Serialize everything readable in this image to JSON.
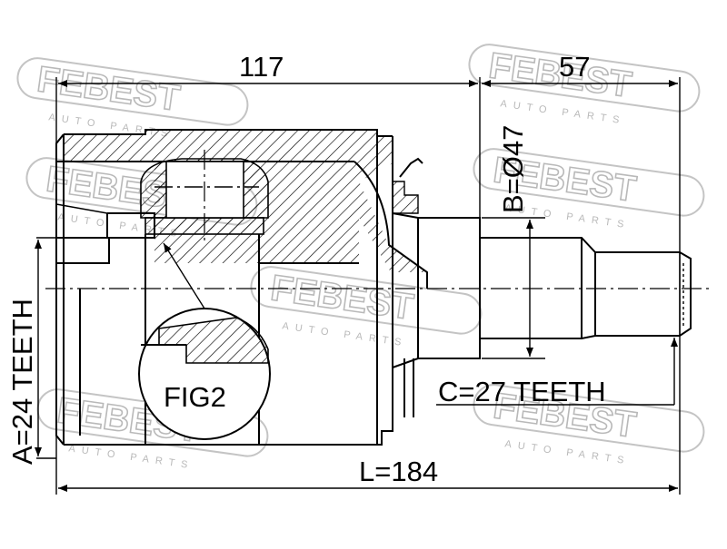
{
  "watermark": {
    "brand": "FEBEST",
    "tagline": "AUTO PARTS"
  },
  "dimensions": {
    "top_left": "117",
    "top_right": "57",
    "diameter": "B=Ø47",
    "teeth_inner": "A=24 TEETH",
    "teeth_outer": "C=27 TEETH",
    "length": "L=184"
  },
  "figure_label": "FIG2"
}
